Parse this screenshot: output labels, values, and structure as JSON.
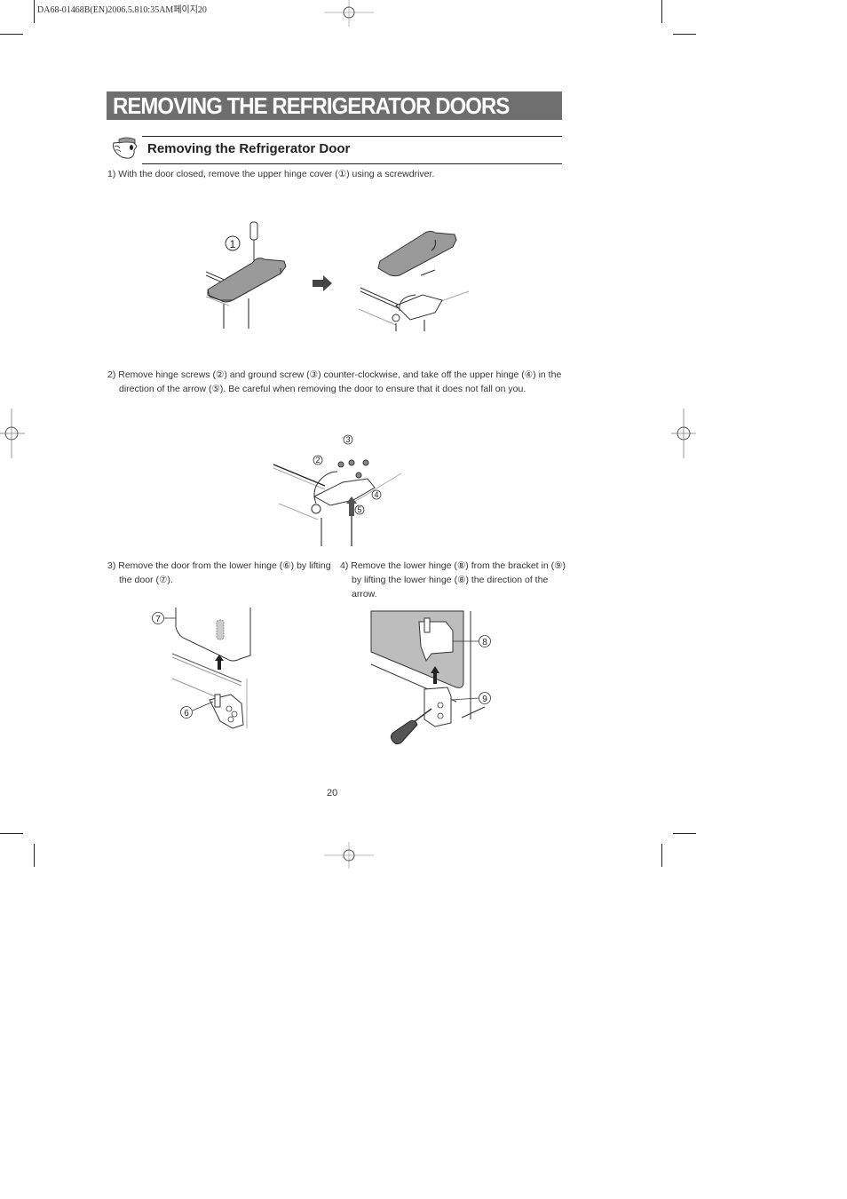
{
  "header": {
    "print_code": "DA68-01468B(EN)2006.5.810:35AM페이지20"
  },
  "page": {
    "title": "REMOVING THE REFRIGERATOR  DOORS",
    "section_title": "Removing the Refrigerator Door",
    "page_number": "20"
  },
  "steps": [
    {
      "id": 1,
      "text": "1) With the door closed, remove the upper hinge cover (①) using a screwdriver."
    },
    {
      "id": 2,
      "text": "2) Remove hinge screws  (②) and ground screw (③) counter-clockwise, and take off the upper hinge (④) in the direction of the arrow (⑤). Be careful when removing the door to ensure that it does not fall on you."
    },
    {
      "id": 3,
      "text": "3) Remove the door from the lower hinge (⑥) by lifting the door (⑦)."
    },
    {
      "id": 4,
      "text": "4) Remove the lower hinge (⑧) from the bracket in (⑨) by lifting the lower hinge (⑧) the direction of the arrow."
    }
  ],
  "figures": {
    "fig1": {
      "callout": "1",
      "arrow": "right-arrow"
    },
    "fig2": {
      "callouts": [
        "2",
        "3",
        "4",
        "5"
      ]
    },
    "fig3": {
      "callouts": [
        "7",
        "6"
      ]
    },
    "fig4": {
      "callouts": [
        "8",
        "9"
      ]
    }
  },
  "colors": {
    "title_bar": "#6e6e6e",
    "part_fill": "#9a9a9a",
    "panel_fill": "#bdbdbd"
  }
}
